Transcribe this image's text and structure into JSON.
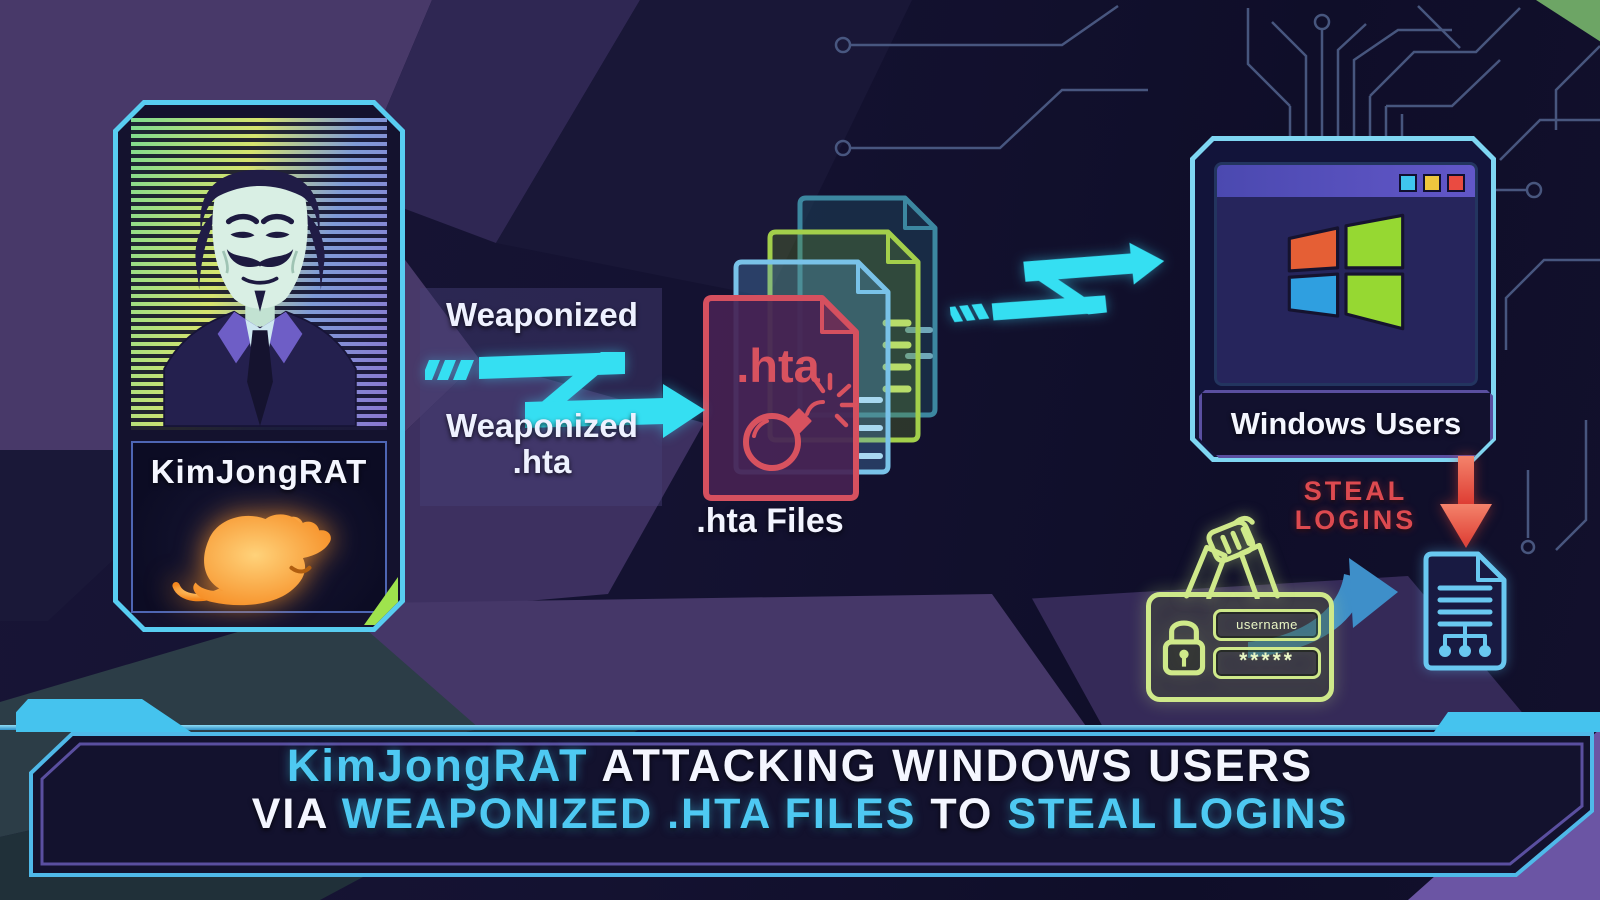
{
  "attacker_card": {
    "name": "KimJongRAT"
  },
  "flow_arrow": {
    "top_label": "Weaponized",
    "bottom_label_line1": "Weaponized",
    "bottom_label_line2": ".hta"
  },
  "file_stack": {
    "front_file_label": ".hta",
    "caption": ".hta Files"
  },
  "windows_panel": {
    "caption": "Windows Users"
  },
  "steal_label": {
    "line1": "STEAL",
    "line2": "LOGINS"
  },
  "credential_card": {
    "username_value": "username",
    "password_value": "*****"
  },
  "banner": {
    "line1_accent": "KimJongRAT",
    "line1_rest": " ATTACKING WINDOWS USERS",
    "line2_prefix": "VIA ",
    "line2_accent1": "WEAPONIZED .HTA FILES",
    "line2_mid": " TO ",
    "line2_accent2": "STEAL LOGINS"
  },
  "colors": {
    "accent_cyan": "#35dff2",
    "banner_cyan": "#4ec9f2",
    "accent_red": "#dd4a50",
    "neon_green": "#cfe98a",
    "rat_orange": "#ffa230",
    "file_red": "#d5505f",
    "file_green": "#a3cf4b",
    "file_blue": "#79c2e8",
    "file_teal": "#3c87a0",
    "windows_orange": "#e55f35",
    "windows_green": "#96d832",
    "windows_blue": "#2f9fe0"
  },
  "icons": {
    "guy_fawkes_mask": "anonymous-mask portrait",
    "rat": "orange rat silhouette",
    "zigzag_arrow": "cyan lightning arrow",
    "hta_file": "red file with bomb",
    "file_stack": "stacked documents",
    "browser_window": "window with title bar buttons",
    "windows_logo": "four-pane flag",
    "down_arrow": "red arrow down",
    "handshake": "clasped hands",
    "padlock": "lock with keyhole",
    "swoosh_arrow": "blue curved arrow",
    "stolen_data_file": "document with node tree",
    "circuit_traces": "pcb lines with nodes"
  }
}
